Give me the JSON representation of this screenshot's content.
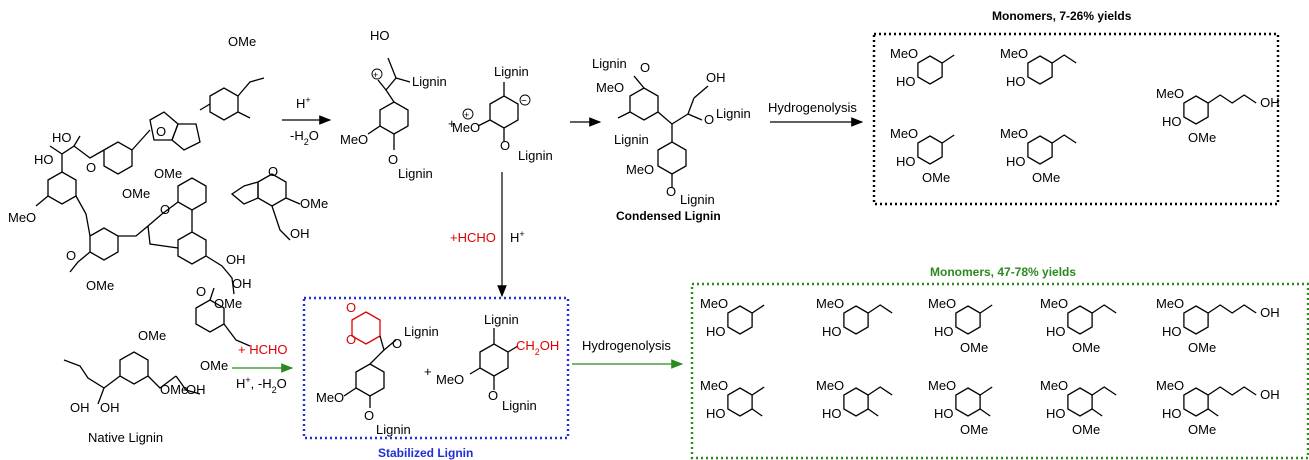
{
  "colors": {
    "red": "#e00000",
    "blue": "#1f2fd6",
    "green": "#2a8a1e",
    "black": "#000000"
  },
  "native": {
    "caption": "Native Lignin",
    "labels": [
      "HO",
      "HO",
      "MeO",
      "O",
      "O",
      "OMe",
      "OMe",
      "OMe",
      "O",
      "O",
      "OMe",
      "OH",
      "OH",
      "OH",
      "OMe",
      "O",
      "OMe",
      "O",
      "OMe",
      "OMe",
      "OH",
      "OH",
      "OH",
      "OMe"
    ]
  },
  "upper": {
    "arrow1_top": "H",
    "arrow1_top_sup": "+",
    "arrow1_bottom": "-H",
    "arrow1_bottom_sub": "2",
    "arrow1_bottom_tail": "O",
    "cation_labels": [
      "HO",
      "Lignin",
      "MeO",
      "O",
      "Lignin"
    ],
    "plus": "+",
    "anion_labels": [
      "Lignin",
      "MeO",
      "O",
      "Lignin"
    ],
    "condensed_caption": "Condensed Lignin",
    "condensed_labels": [
      "Lignin",
      "O",
      "MeO",
      "OH",
      "O",
      "Lignin",
      "Lignin",
      "MeO",
      "O",
      "Lignin"
    ],
    "hydrogenolysis": "Hydrogenolysis",
    "monomers_title": "Monomers, 7-26% yields",
    "monomers": [
      {
        "substituents": [
          "MeO",
          "HO"
        ]
      },
      {
        "substituents": [
          "MeO",
          "HO"
        ]
      },
      {
        "substituents": [
          "MeO",
          "HO",
          "OMe",
          "OH"
        ]
      },
      {
        "substituents": [
          "MeO",
          "HO",
          "OMe"
        ]
      },
      {
        "substituents": [
          "MeO",
          "HO",
          "OMe"
        ]
      }
    ]
  },
  "vertical": {
    "label_red": "+HCHO",
    "label_black": "H",
    "label_black_sup": "+"
  },
  "lower": {
    "arrow_top": "+ HCHO",
    "arrow_bottom": "H",
    "arrow_bottom_sup": "+",
    "arrow_bottom_mid": ", -H",
    "arrow_bottom_sub": "2",
    "arrow_bottom_tail": "O",
    "stabilized_caption": "Stabilized Lignin",
    "stab1_labels": [
      "O",
      "O",
      "O",
      "Lignin",
      "MeO",
      "O",
      "Lignin"
    ],
    "plus": "+",
    "stab2_labels": [
      "Lignin",
      "CH",
      "2",
      "OH",
      "MeO",
      "O",
      "Lignin"
    ],
    "hydrogenolysis": "Hydrogenolysis",
    "monomers_title": "Monomers, 47-78% yields",
    "monomers": [
      {
        "substituents": [
          "MeO",
          "HO"
        ]
      },
      {
        "substituents": [
          "MeO",
          "HO"
        ]
      },
      {
        "substituents": [
          "MeO",
          "HO",
          "OMe"
        ]
      },
      {
        "substituents": [
          "MeO",
          "HO",
          "OMe"
        ]
      },
      {
        "substituents": [
          "MeO",
          "HO",
          "OMe",
          "OH"
        ]
      },
      {
        "substituents": [
          "MeO",
          "HO"
        ]
      },
      {
        "substituents": [
          "MeO",
          "HO"
        ]
      },
      {
        "substituents": [
          "MeO",
          "HO",
          "OMe"
        ]
      },
      {
        "substituents": [
          "MeO",
          "HO",
          "OMe"
        ]
      },
      {
        "substituents": [
          "MeO",
          "HO",
          "OMe",
          "OH"
        ]
      }
    ]
  }
}
